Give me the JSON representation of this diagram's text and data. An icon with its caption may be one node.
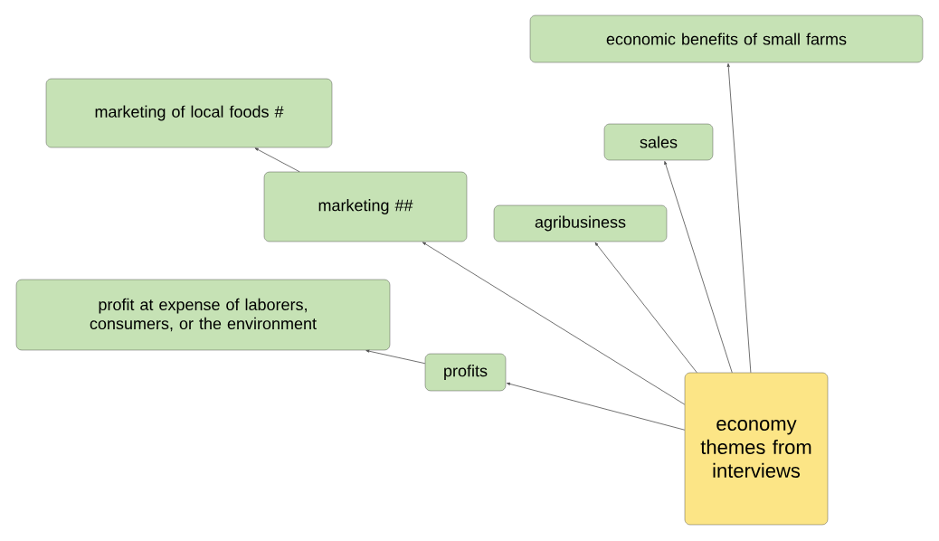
{
  "diagram": {
    "nodes": [
      {
        "text": [
          "economic benefits of small farms"
        ]
      },
      {
        "text": [
          "marketing of local foods #"
        ]
      },
      {
        "text": [
          "sales"
        ]
      },
      {
        "text": [
          "marketing ##"
        ]
      },
      {
        "text": [
          "agribusiness"
        ]
      },
      {
        "text": [
          "profit at expense of laborers, consumers, or the environment"
        ]
      },
      {
        "text": [
          "profits"
        ]
      },
      {
        "text": [
          "economy themes from interviews"
        ]
      }
    ],
    "edges": [
      {
        "from": 7,
        "to": 0,
        "arrow": "to"
      },
      {
        "from": 7,
        "to": 2,
        "arrow": "to"
      },
      {
        "from": 7,
        "to": 4,
        "arrow": "to"
      },
      {
        "from": 7,
        "to": 3,
        "arrow": "to"
      },
      {
        "from": 7,
        "to": 6,
        "arrow": "to"
      },
      {
        "from": 3,
        "to": 1,
        "arrow": "to"
      },
      {
        "from": 6,
        "to": 5,
        "arrow": "to"
      }
    ]
  }
}
